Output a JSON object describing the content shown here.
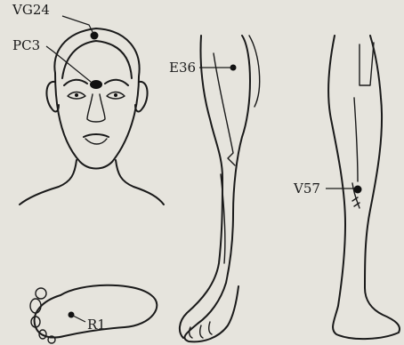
{
  "labels": {
    "vg24": "VG24",
    "pc3": "PC3",
    "e36": "E36",
    "v57": "V57",
    "r1": "R1"
  },
  "colors": {
    "background": "#e6e4dd",
    "ink": "#1a1a1a"
  }
}
